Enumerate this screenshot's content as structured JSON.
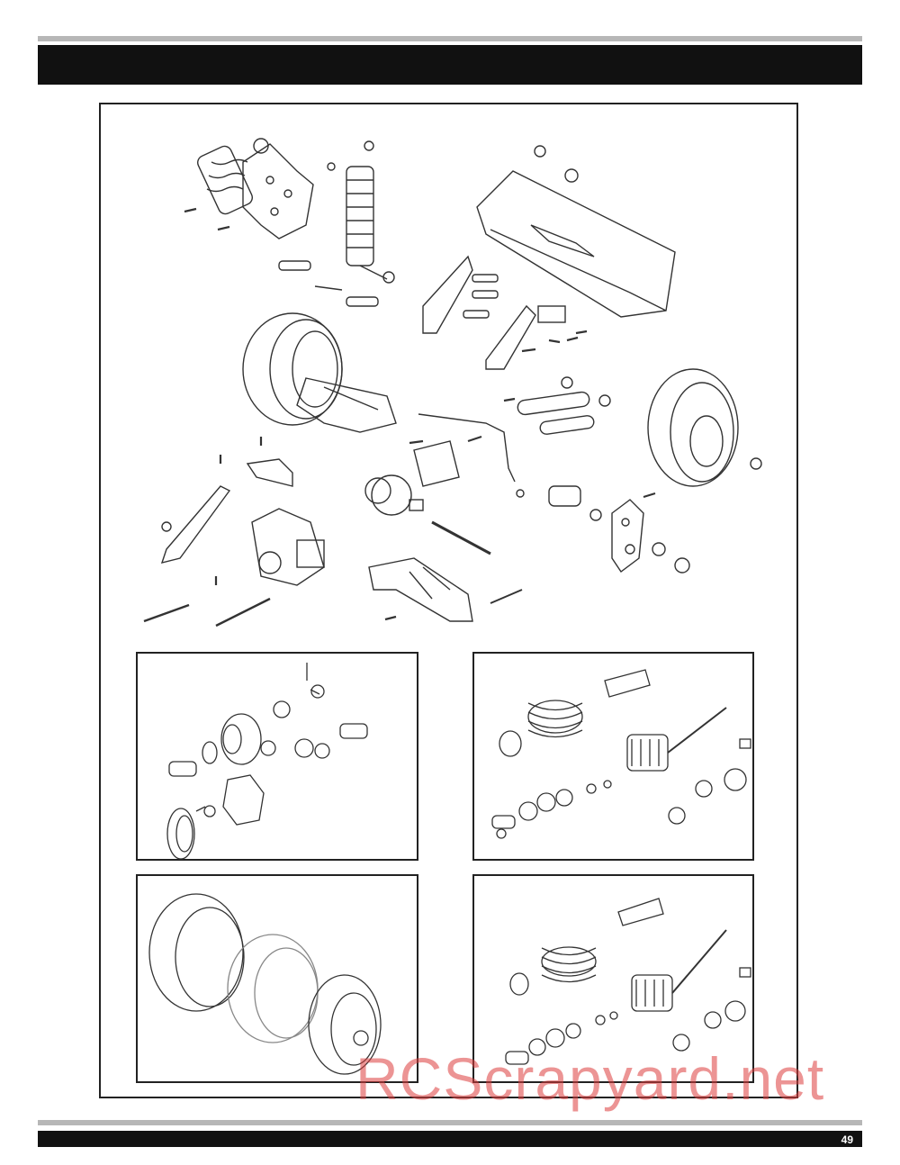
{
  "page": {
    "number": "49",
    "watermark": "RCScrapyard.net"
  },
  "diagram": {
    "main": "exploded-rear-assembly",
    "insets": [
      "rear-differential",
      "shock-absorber-1",
      "wheel-tire-insert",
      "shock-absorber-2"
    ]
  }
}
